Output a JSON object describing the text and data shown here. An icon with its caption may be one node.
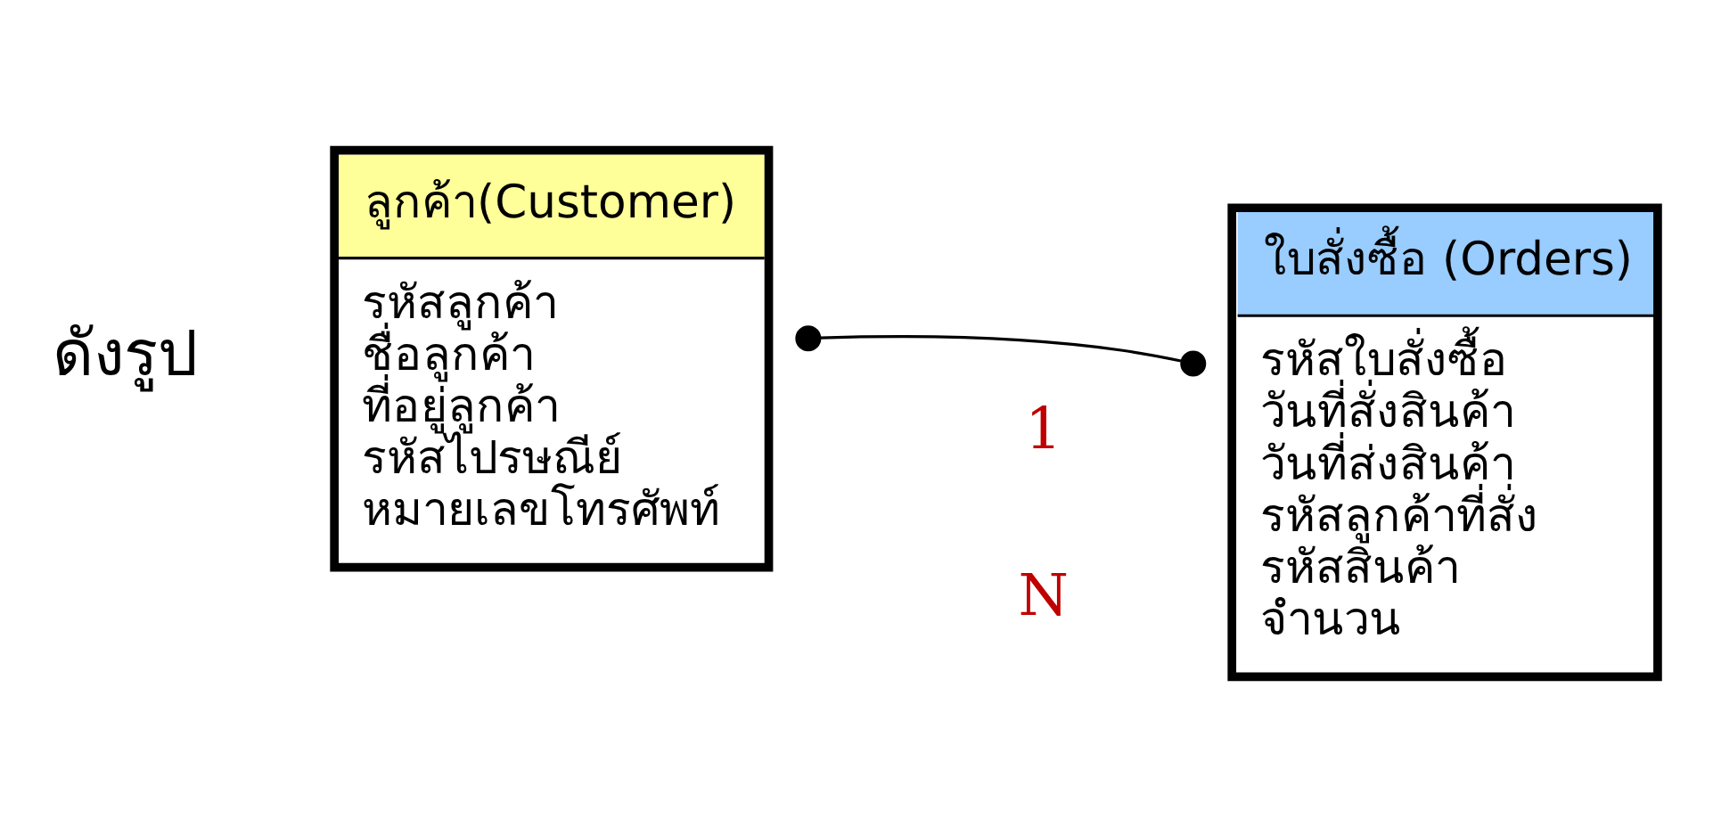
{
  "diagram": {
    "nodes": [
      {
        "text": [
          "ลูกค้า(Customer)",
          "รหัสลูกค้า",
          "ชื่อลูกค้า",
          "ที่อยู่ลูกค้า",
          "รหัสไปรษณีย์",
          "หมายเลขโทรศัพท์"
        ]
      },
      {
        "text": [
          "ใบสั่งซื้อ (Orders)",
          "รหัสใบสั่งซื้อ",
          "วันที่สั่งสินค้า",
          "วันที่ส่งสินค้า",
          "รหัสลูกค้าที่สั่ง",
          "รหัสสินค้า",
          "จำนวน"
        ]
      }
    ],
    "edges": [
      {
        "from": 0,
        "to": 1,
        "arrow": "other"
      }
    ],
    "labels": [
      "ดังรูป",
      "1",
      "N"
    ]
  }
}
